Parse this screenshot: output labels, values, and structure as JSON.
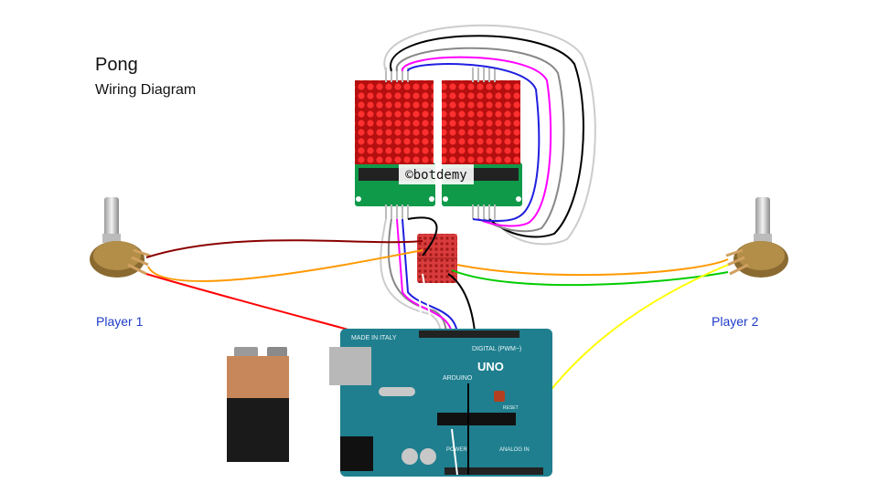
{
  "header": {
    "title": "Pong",
    "subtitle": "Wiring Diagram"
  },
  "labels": {
    "player1": "Player 1",
    "player2": "Player 2"
  },
  "watermark": "©botdemy",
  "board": {
    "brand": "ARDUINO",
    "model": "UNO",
    "made_in": "MADE IN ITALY",
    "digital_label": "DIGITAL (PWM~)",
    "analog_label": "ANALOG IN",
    "power_label": "POWER",
    "reset_label": "RESET"
  },
  "colors": {
    "board": "#1f7f8f",
    "led_module_pcb": "#0f9a4a",
    "led_matrix": "#cc1111",
    "breadboard": "#d93c3c",
    "battery_top": "#c8875a",
    "text_blue": "#1e3cc8"
  },
  "wire_colors": [
    "#000000",
    "#888888",
    "#ff00ff",
    "#1f1fe0",
    "#cccccc",
    "#8b0000",
    "#ff9900",
    "#ff0000",
    "#00cc00",
    "#ffff00",
    "#ffffff"
  ]
}
